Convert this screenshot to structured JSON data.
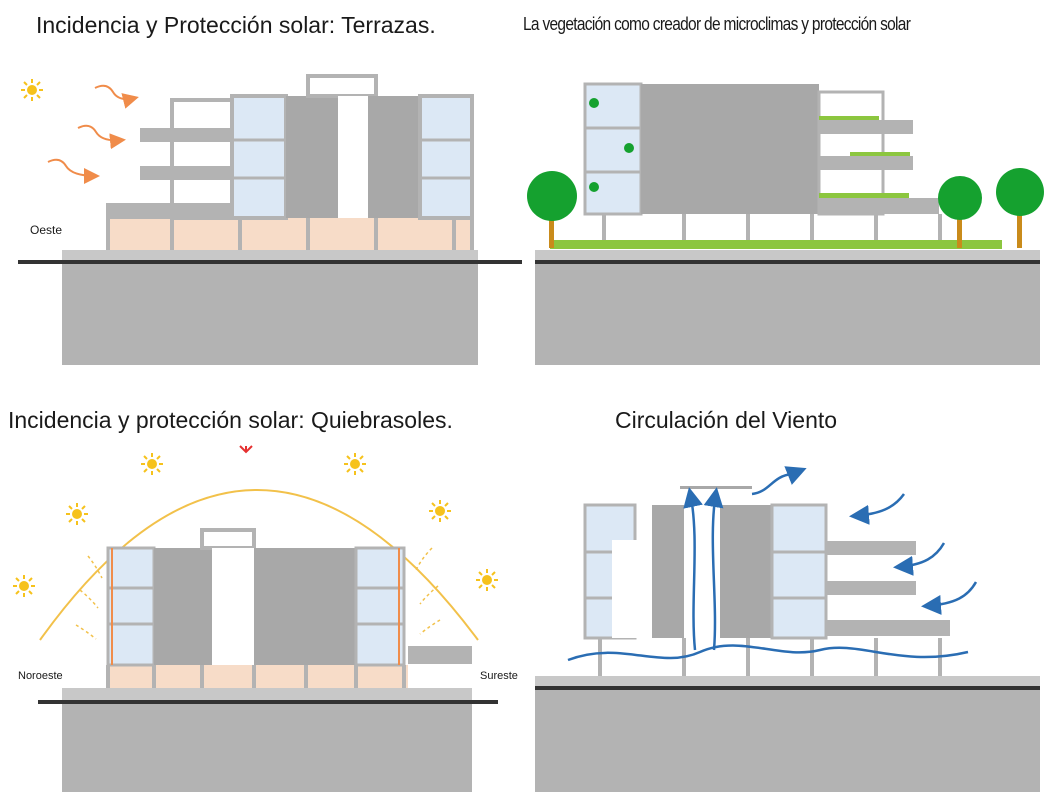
{
  "panels": [
    {
      "id": "terrazas",
      "title": "Incidencia y Protección solar: Terrazas.",
      "labels": [
        "Oeste"
      ]
    },
    {
      "id": "vegetacion",
      "title": "La vegetación como creador de microclimas y protección solar",
      "labels": []
    },
    {
      "id": "quiebrasoles",
      "title": "Incidencia y protección solar: Quiebrasoles.",
      "labels": [
        "Noroeste",
        "Sureste"
      ]
    },
    {
      "id": "viento",
      "title": "Circulación del Viento",
      "labels": []
    }
  ],
  "colors": {
    "building_gray": "#b3b3b3",
    "wall_gray": "#a8a8a8",
    "glass_blue": "#dce8f5",
    "shade_pink": "#f7dcc8",
    "ground_line": "#333333",
    "vegetation_green": "#8cc63f",
    "tree_green": "#15a12f",
    "trunk_orange": "#c98b1b",
    "sun_yellow": "#f6c21c",
    "heat_orange": "#f08c4a",
    "wind_blue": "#2a6db3",
    "arc_yellow": "#f2c14a"
  },
  "icons": [
    "sun-icon",
    "heat-wave-icon",
    "tree-icon",
    "wind-arrow-icon"
  ]
}
